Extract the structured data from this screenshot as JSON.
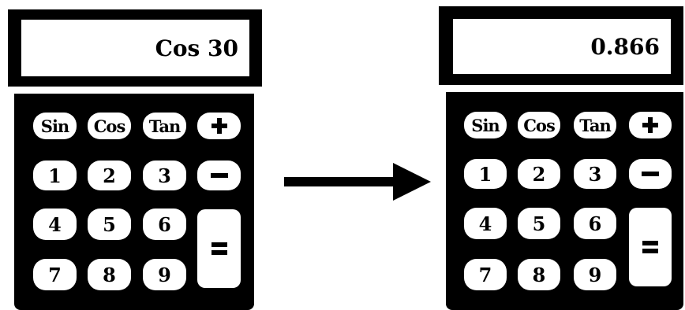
{
  "left_calculator": {
    "display": "Cos 30",
    "keys": {
      "sin": "Sin",
      "cos": "Cos",
      "tan": "Tan",
      "d1": "1",
      "d2": "2",
      "d3": "3",
      "d4": "4",
      "d5": "5",
      "d6": "6",
      "d7": "7",
      "d8": "8",
      "d9": "9"
    },
    "icons": {
      "plus": "plus-icon",
      "minus": "minus-icon",
      "equals": "equals-icon"
    }
  },
  "right_calculator": {
    "display": "0.866",
    "keys": {
      "sin": "Sin",
      "cos": "Cos",
      "tan": "Tan",
      "d1": "1",
      "d2": "2",
      "d3": "3",
      "d4": "4",
      "d5": "5",
      "d6": "6",
      "d7": "7",
      "d8": "8",
      "d9": "9"
    },
    "icons": {
      "plus": "plus-icon",
      "minus": "minus-icon",
      "equals": "equals-icon"
    }
  },
  "arrow": {
    "icon": "right-arrow-icon"
  },
  "colors": {
    "body": "#000000",
    "keys": "#ffffff",
    "background": "#ffffff"
  }
}
